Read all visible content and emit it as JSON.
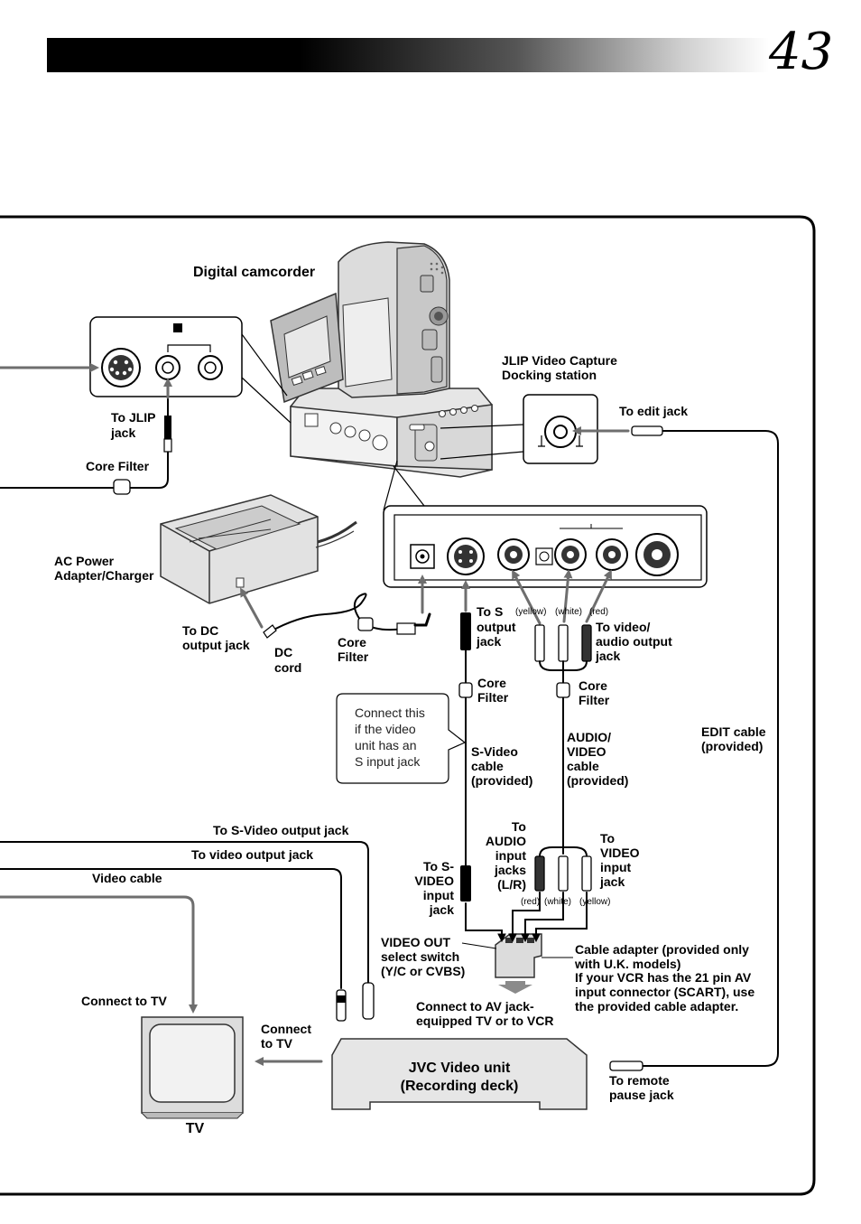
{
  "page": {
    "number": "43"
  },
  "labels": {
    "digital_camcorder": "Digital camcorder",
    "jlip_docking_1": "JLIP Video Capture",
    "jlip_docking_2": "Docking station",
    "to_edit_jack": "To edit jack",
    "to_jlip_jack_1": "To JLIP",
    "to_jlip_jack_2": "jack",
    "core_filter_top": "Core Filter",
    "ac_power_1": "AC Power",
    "ac_power_2": "Adapter/Charger",
    "to_dc_1": "To DC",
    "to_dc_2": "output jack",
    "dc_cord_1": "DC",
    "dc_cord_2": "cord",
    "core_filter_dc_1": "Core",
    "core_filter_dc_2": "Filter",
    "to_s_out_1": "To S",
    "to_s_out_2": "output",
    "to_s_out_3": "jack",
    "color_yellow": "(yellow)",
    "color_white": "(white)",
    "color_red": "(red)",
    "to_av_out_1": "To video/",
    "to_av_out_2": "audio output",
    "to_av_out_3": "jack",
    "core_filter_s_1": "Core",
    "core_filter_s_2": "Filter",
    "core_filter_av_1": "Core",
    "core_filter_av_2": "Filter",
    "note_1": "Connect this",
    "note_2": "if the video",
    "note_3": "unit has an",
    "note_4": "S input jack",
    "svideo_cable_1": "S-Video",
    "svideo_cable_2": "cable",
    "svideo_cable_3": "(provided)",
    "av_cable_1": "AUDIO/",
    "av_cable_2": "VIDEO",
    "av_cable_3": "cable",
    "av_cable_4": "(provided)",
    "edit_cable_1": "EDIT cable",
    "edit_cable_2": "(provided)",
    "to_svideo_output": "To S-Video output jack",
    "to_video_output": "To video output jack",
    "video_cable": "Video cable",
    "to_audio_in_1": "To",
    "to_audio_in_2": "AUDIO",
    "to_audio_in_3": "input",
    "to_audio_in_4": "jacks",
    "to_audio_in_5": "(L/R)",
    "to_video_in_1": "To",
    "to_video_in_2": "VIDEO",
    "to_video_in_3": "input",
    "to_video_in_4": "jack",
    "to_s_in_1": "To S-",
    "to_s_in_2": "VIDEO",
    "to_s_in_3": "input",
    "to_s_in_4": "jack",
    "color_red_2": "(red)",
    "color_white_2": "(white)",
    "color_yellow_2": "(yellow)",
    "video_out_sw_1": "VIDEO OUT",
    "video_out_sw_2": "select switch",
    "video_out_sw_3": "(Y/C or CVBS)",
    "adapter_1": "Cable adapter (provided only",
    "adapter_2": "with U.K. models)",
    "adapter_3": "If your VCR has the 21 pin AV",
    "adapter_4": "input connector (SCART), use",
    "adapter_5": "the provided cable adapter.",
    "connect_tv_left": "Connect to TV",
    "connect_tv_mid_1": "Connect",
    "connect_tv_mid_2": "to TV",
    "connect_av_1": "Connect to AV jack-",
    "connect_av_2": "equipped TV or to VCR",
    "jvc_1": "JVC Video unit",
    "jvc_2": "(Recording deck)",
    "to_remote_1": "To remote",
    "to_remote_2": "pause jack",
    "tv": "TV"
  },
  "colors": {
    "cable_gray": "#6e6e6e",
    "device_fill": "#e6e6e6",
    "dark": "#333333"
  }
}
